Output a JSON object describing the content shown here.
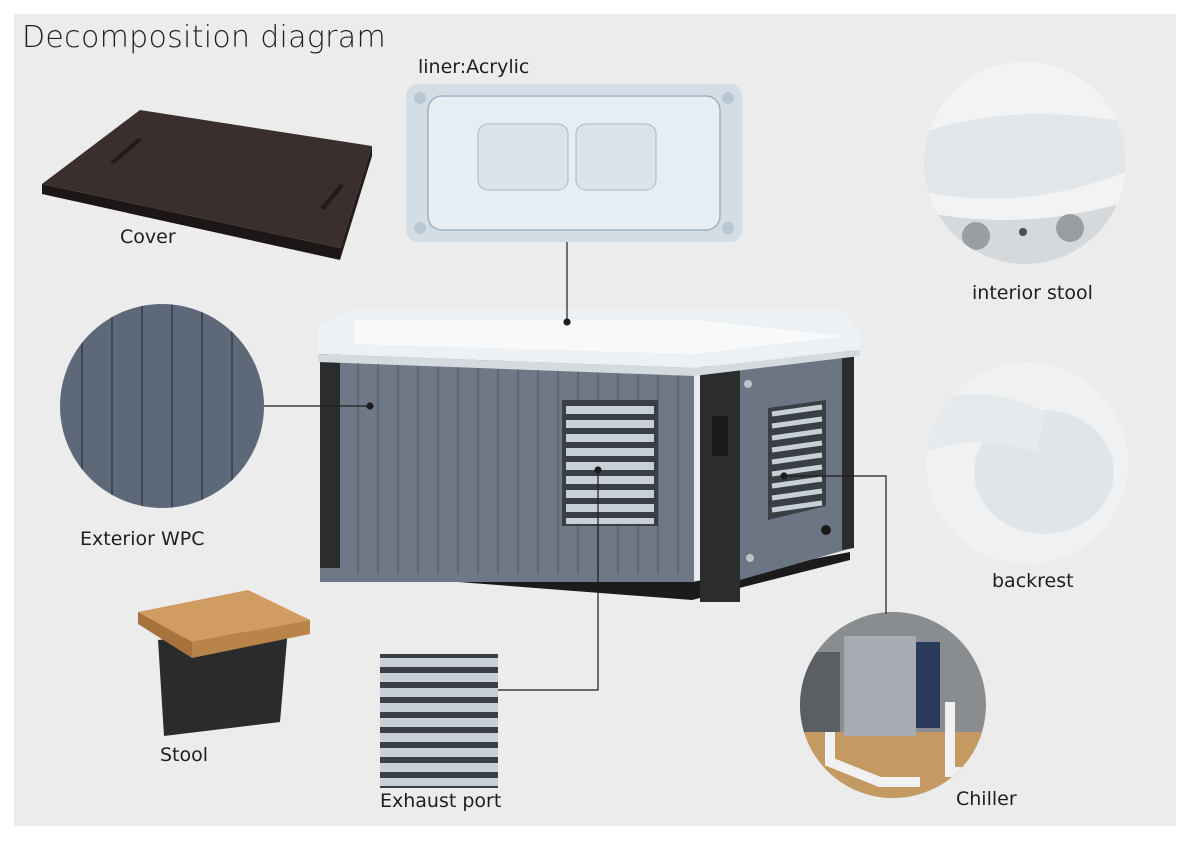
{
  "title": "Decomposition diagram",
  "labels": {
    "liner": "liner:Acrylic",
    "cover": "Cover",
    "interior_stool": "interior stool",
    "exterior_wpc": "Exterior WPC",
    "backrest": "backrest",
    "stool": "Stool",
    "chiller": "Chiller",
    "exhaust_port": "Exhaust port"
  },
  "colors": {
    "background": "#ececec",
    "panel_grey": "#6d7684",
    "frame_dark": "#2b2c2e",
    "wood": "#c8945a",
    "acrylic": "#c7d2dc"
  }
}
